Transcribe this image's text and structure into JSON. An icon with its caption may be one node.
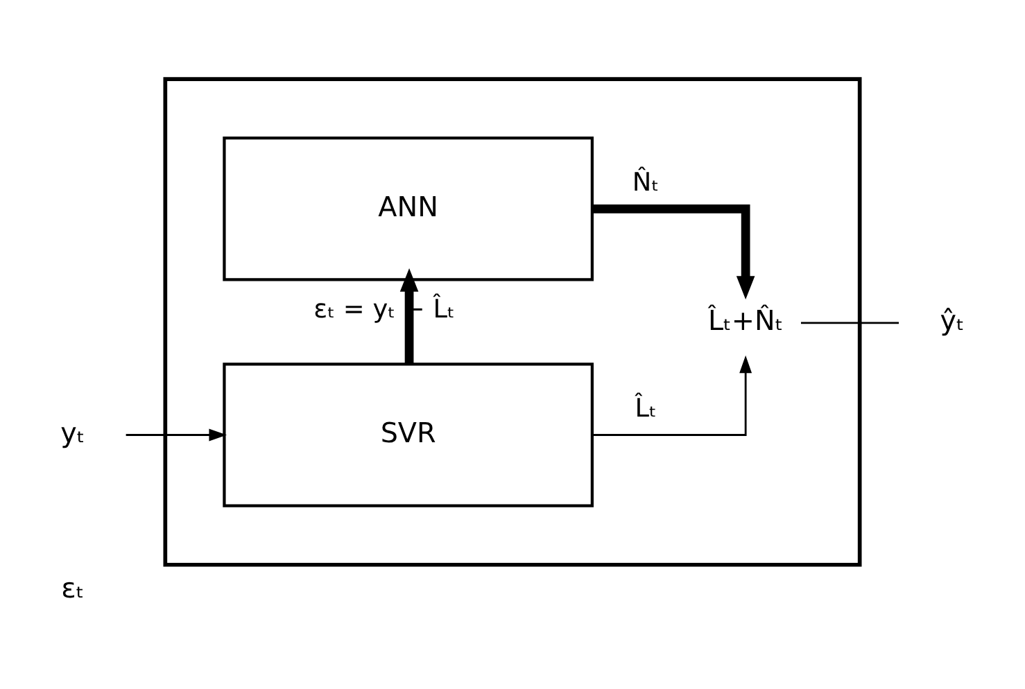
{
  "diagram": {
    "nodes": [
      {
        "text": [],
        "shape": "box"
      },
      {
        "text": [
          "SVR"
        ],
        "in": 0
      },
      {
        "text": [
          "ANN"
        ],
        "in": 0
      },
      {
        "text": [
          "yₜ"
        ]
      },
      {
        "text": [
          "L̂ₜ+N̂ₜ"
        ],
        "in": 0
      },
      {
        "text": [
          "ŷₜ"
        ]
      }
    ],
    "edges": [
      {
        "from": 3,
        "to": 1,
        "arrow": "to"
      },
      {
        "from": 1,
        "to": 4,
        "arrow": "to",
        "label": "L̂ₜ"
      },
      {
        "from": 1,
        "to": 2,
        "arrow": "to",
        "label": "εₜ = yₜ − L̂ₜ",
        "style": "thick"
      },
      {
        "from": 2,
        "to": 4,
        "arrow": "to",
        "label": "N̂ₜ",
        "style": "thick"
      },
      {
        "from": 4,
        "to": 5,
        "arrow": "none"
      }
    ],
    "labels": [
      "εₜ"
    ]
  }
}
